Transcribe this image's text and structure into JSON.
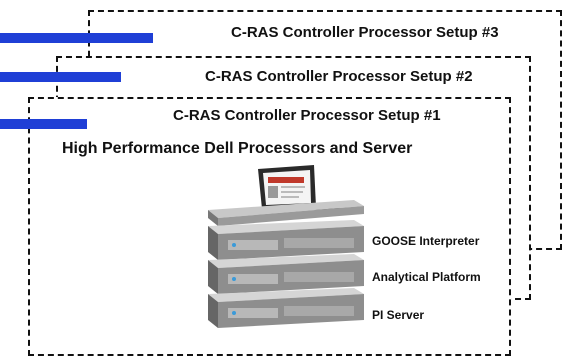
{
  "setups": [
    {
      "label": "C-RAS Controller Processor Setup #3"
    },
    {
      "label": "C-RAS Controller Processor Setup #2"
    },
    {
      "label": "C-RAS Controller Processor Setup #1"
    }
  ],
  "heading": "High Performance Dell Processors and Server",
  "servers": [
    {
      "label": "GOOSE Interpreter"
    },
    {
      "label": "Analytical Platform"
    },
    {
      "label": "PI Server"
    }
  ],
  "colors": {
    "bar_blue": "#1f3fd6",
    "frame": "#111111"
  },
  "icons": [
    "laptop-icon",
    "rack-server-icon"
  ]
}
